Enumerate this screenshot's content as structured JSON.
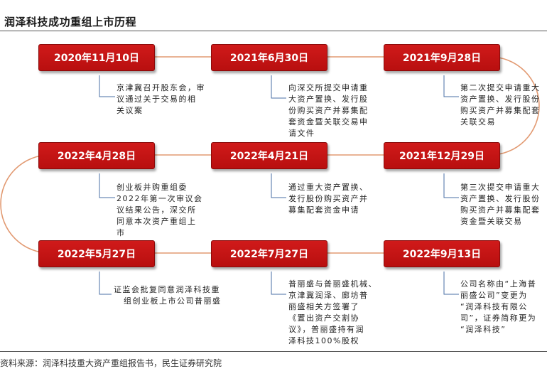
{
  "title": "润泽科技成功重组上市历程",
  "source": "资料来源：润泽科技重大资产重组报告书，民生证券研究院",
  "events": [
    {
      "date": "2020年11月10日",
      "lines": [
        "京津冀召开股东会，审",
        "议通过关于交易的相",
        "关议案"
      ]
    },
    {
      "date": "2021年6月30日",
      "lines": [
        "向深交所提交申请重",
        "大资产置换、发行股",
        "份购买资产并募集配",
        "套资金暨关联交易申",
        "请文件"
      ]
    },
    {
      "date": "2021年9月28日",
      "lines": [
        "第二次提交申请重大",
        "资产置换、发行股份",
        "购买资产并募集配套",
        "关联交易"
      ]
    },
    {
      "date": "2022年4月28日",
      "lines": [
        "创业板并购重组委",
        "2022年第一次审议会",
        "议结果公告，深交所",
        "同意本次资产重组上",
        "市"
      ]
    },
    {
      "date": "2022年4月21日",
      "lines": [
        "通过重大资产置换、",
        "发行股份购买资产并",
        "募集配套资金申请"
      ]
    },
    {
      "date": "2021年12月29日",
      "lines": [
        "第三次提交申请重大",
        "资产置换、发行股份",
        "购买资产并募集配套",
        "资金暨关联交易"
      ]
    },
    {
      "date": "2022年5月27日",
      "lines": [
        "证监会批复同意润泽科技重",
        "组创业板上市公司普丽盛"
      ]
    },
    {
      "date": "2022年7月27日",
      "lines": [
        "普丽盛与普丽盛机械、",
        "京津冀润泽、廊坊普",
        "丽盛相关方签署了",
        "《置出资产交割协",
        "议》，普丽盛持有润",
        "泽科技100%股权"
      ]
    },
    {
      "date": "2022年9月13日",
      "lines": [
        "公司名称由“上海普",
        "丽盛公司”变更为",
        "“润泽科技有限公",
        "司”，证券简称更为",
        "“润泽科技”"
      ]
    }
  ]
}
